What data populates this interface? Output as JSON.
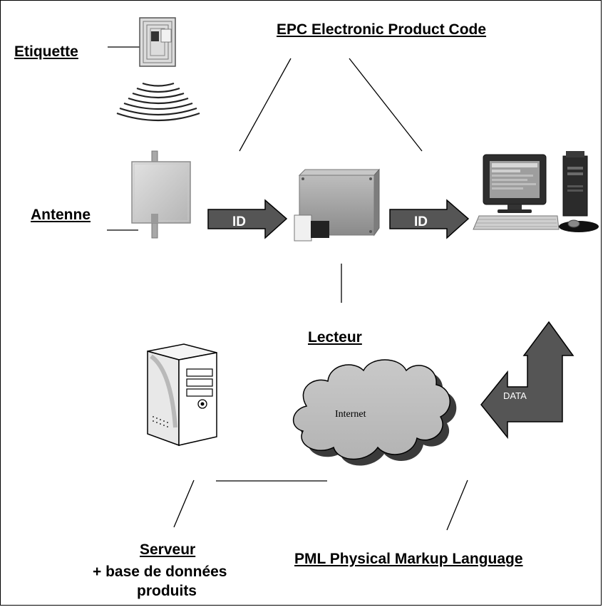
{
  "labels": {
    "etiquette": "Etiquette",
    "epc": "EPC Electronic Product Code",
    "antenne": "Antenne",
    "lecteur": "Lecteur",
    "serveur": "Serveur",
    "serveur_line2": "+ base de données",
    "serveur_line3": "produits",
    "pml": "PML Physical Markup Language"
  },
  "arrows": {
    "id_left": "ID",
    "id_right": "ID",
    "data": "DATA"
  },
  "cloud_label": "Internet",
  "icons": [
    "rfid-tag-icon",
    "radio-waves-icon",
    "antenna-panel-icon",
    "reader-box-icon",
    "desktop-computer-icon",
    "server-tower-icon",
    "internet-cloud-icon"
  ],
  "colors": {
    "arrow_fill": "#555555",
    "panel": "#d6d6d6",
    "outline": "#000000"
  }
}
